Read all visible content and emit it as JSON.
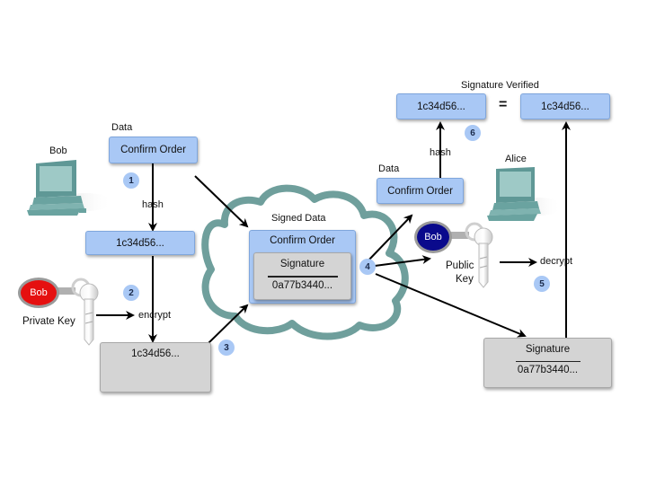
{
  "diagram": {
    "title": "Digital Signature Process",
    "colors": {
      "data_box": "#a9c8f5",
      "signature_box": "#d4d4d4",
      "cloud": "#6f9f9c",
      "computer": "#6aa3a0",
      "step_circle": "#a9c8f5",
      "private_key_fob": "#e51010",
      "public_key_fob": "#0a0a8c"
    },
    "sender": {
      "name": "Bob",
      "data_label": "Data",
      "data_value": "Confirm Order",
      "hash_label": "hash",
      "hash_value": "1c34d56...",
      "private_key": {
        "fob_label": "Bob",
        "caption": "Private Key"
      },
      "encrypt_label": "encrypt",
      "encrypted_value": "1c34d56..."
    },
    "cloud": {
      "label": "Signed Data",
      "data_value": "Confirm Order",
      "signature_label": "Signature",
      "signature_value": "0a77b3440..."
    },
    "receiver": {
      "name": "Alice",
      "data_label": "Data",
      "data_value": "Confirm Order",
      "hash_label": "hash",
      "public_key": {
        "fob_label": "Bob",
        "caption_line1": "Public",
        "caption_line2": "Key"
      },
      "decrypt_label": "decrypt",
      "signature_label": "Signature",
      "signature_value": "0a77b3440...",
      "verified_label": "Signature Verified",
      "hash_left": "1c34d56...",
      "equals": "=",
      "hash_right": "1c34d56..."
    },
    "steps": [
      "1",
      "2",
      "3",
      "4",
      "5",
      "6"
    ]
  }
}
